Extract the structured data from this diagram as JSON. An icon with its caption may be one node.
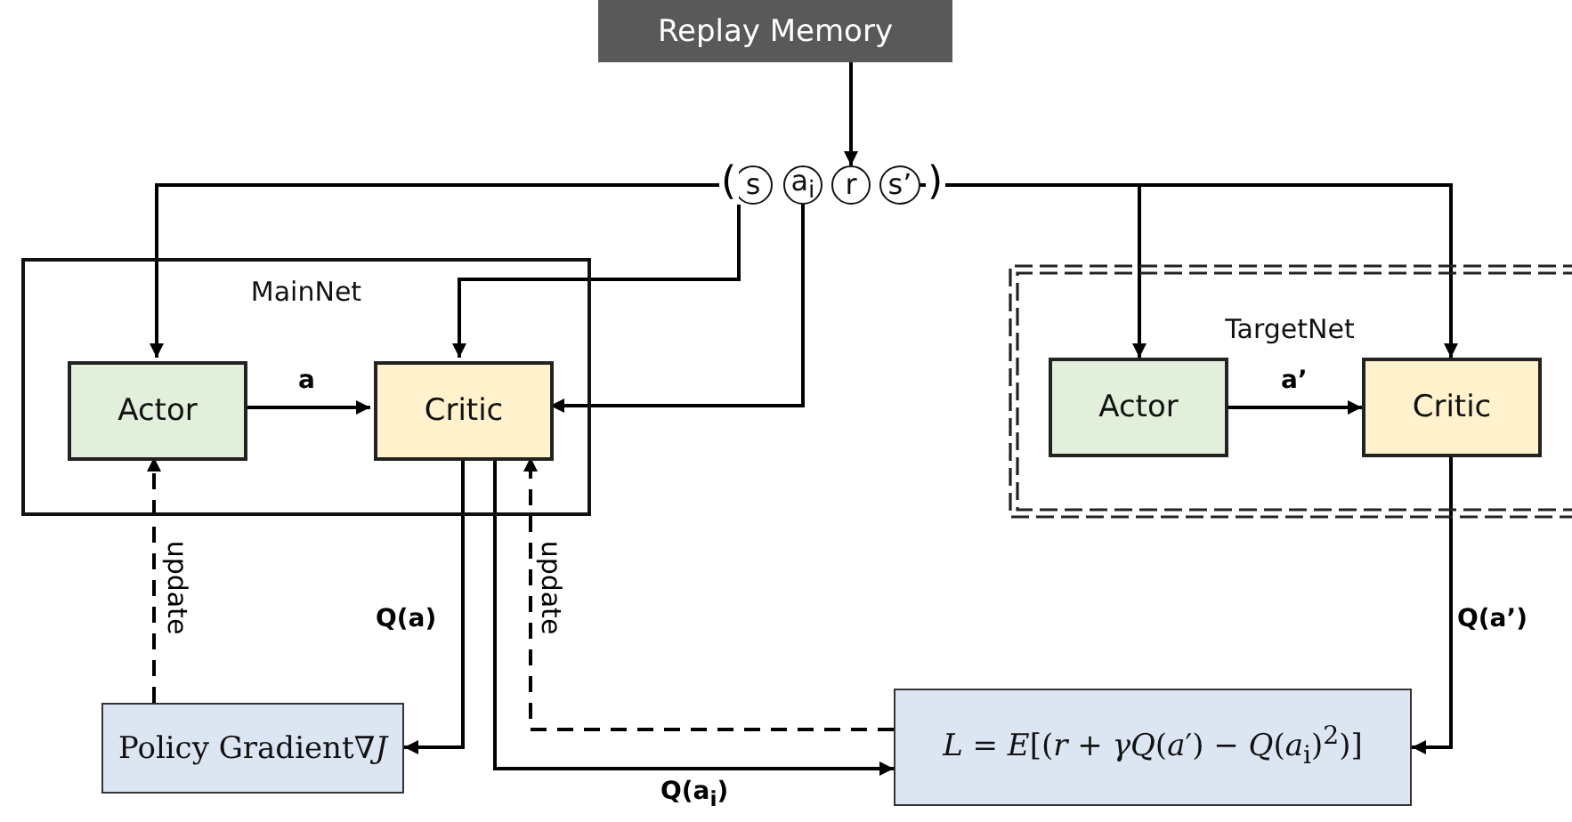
{
  "diagram": {
    "nodes": [
      {
        "text": [
          "Replay Memory"
        ]
      },
      {
        "text": [
          "s"
        ]
      },
      {
        "text": [
          "a$_{i}$"
        ]
      },
      {
        "text": [
          "r"
        ]
      },
      {
        "text": [
          "s’"
        ]
      },
      {
        "text": [
          "MainNet"
        ]
      },
      {
        "text": [
          "Actor"
        ],
        "in": 5
      },
      {
        "text": [
          "Critic"
        ],
        "in": 5
      },
      {
        "text": [
          "TargetNet"
        ]
      },
      {
        "text": [
          "Actor"
        ],
        "in": 8
      },
      {
        "text": [
          "Critic"
        ],
        "in": 8
      },
      {
        "text": [
          "Policy Gradient∇*J*"
        ]
      },
      {
        "text": [
          "*L* = *E*[(*r* + *γQ*(*a*′) − *Q*(*a*$_{i}$)$^{2}$)]"
        ]
      }
    ],
    "edges": [
      {
        "from": 0,
        "to": 3,
        "arrow": "to"
      },
      {
        "from": 1,
        "to": 6,
        "arrow": "to"
      },
      {
        "from": 1,
        "to": 7,
        "arrow": "to"
      },
      {
        "from": 2,
        "to": 7,
        "arrow": "to"
      },
      {
        "from": 4,
        "to": 9,
        "arrow": "to"
      },
      {
        "from": 4,
        "to": 10,
        "arrow": "to"
      },
      {
        "from": 6,
        "to": 7,
        "arrow": "to",
        "label": "a"
      },
      {
        "from": 9,
        "to": 10,
        "arrow": "to",
        "label": "a’"
      },
      {
        "from": 7,
        "to": 11,
        "arrow": "to",
        "label": "Q(a)"
      },
      {
        "from": 7,
        "to": 12,
        "arrow": "to",
        "label": "Q(a$_{i}$)"
      },
      {
        "from": 10,
        "to": 12,
        "arrow": "to",
        "label": "Q(a’)"
      },
      {
        "from": 11,
        "to": 6,
        "arrow": "to",
        "label": "update",
        "style": "dashed"
      },
      {
        "from": 12,
        "to": 7,
        "arrow": "to",
        "label": "update",
        "style": "dashed"
      }
    ],
    "labels": [
      "(",
      ")"
    ]
  }
}
